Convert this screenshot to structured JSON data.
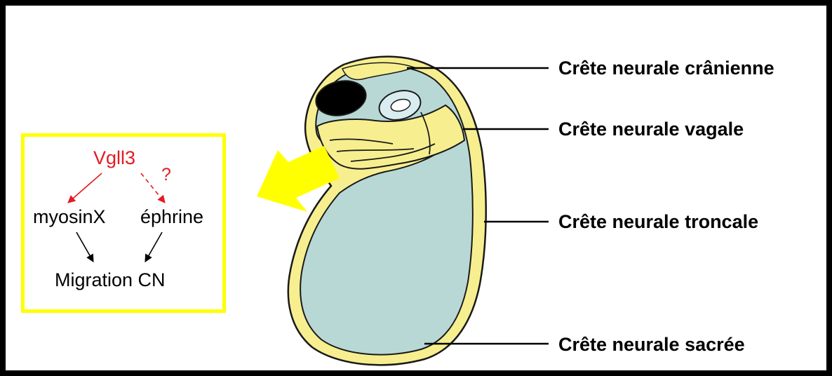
{
  "labels": {
    "cranial": "Crête neurale crânienne",
    "vagal": "Crête neurale vagale",
    "trunk": "Crête neurale troncale",
    "sacral": "Crête neurale sacrée"
  },
  "inset": {
    "regulator": "Vgll3",
    "uncertain_mark": "?",
    "target_left": "myosinX",
    "target_right": "éphrine",
    "outcome": "Migration CN"
  },
  "colors": {
    "frame": "#000000",
    "inset_border": "#ffff00",
    "arrow": "#ffff00",
    "embryo_body": "#b8d8d6",
    "neural_crest": "#f7ef8f",
    "eye": "#000000",
    "regulator_text": "#e31b23",
    "text": "#000000"
  }
}
